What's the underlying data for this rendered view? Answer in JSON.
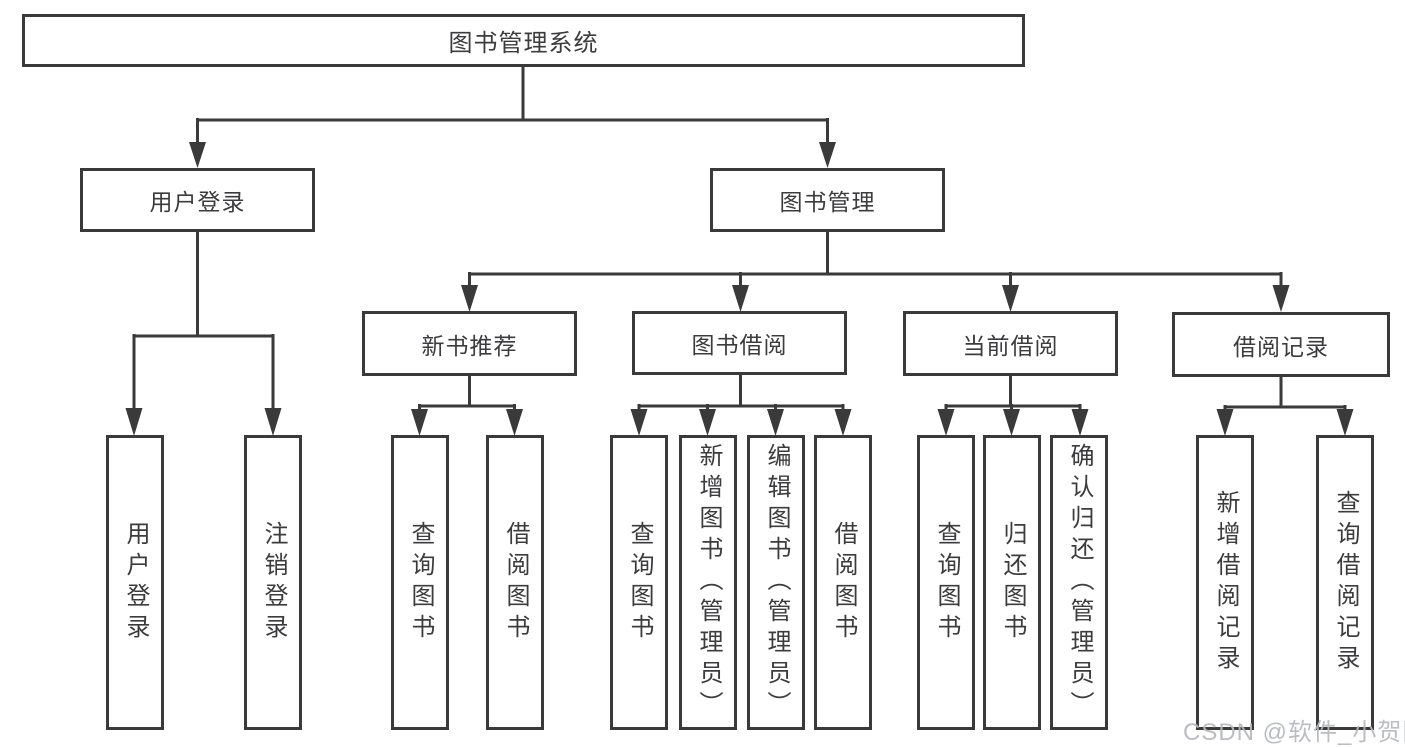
{
  "watermark": "CSDN @软件_小贺同学",
  "colors": {
    "line": "#3a3a3a",
    "box_border": "#3a3a3a",
    "text": "#3c3c3e",
    "watermark": "#b6b8bc",
    "background": "#ffffff"
  },
  "tree": {
    "label": "图书管理系统",
    "children": [
      {
        "label": "用户登录",
        "children": [
          {
            "label": "用户登录"
          },
          {
            "label": "注销登录"
          }
        ]
      },
      {
        "label": "图书管理",
        "children": [
          {
            "label": "新书推荐",
            "children": [
              {
                "label": "查询图书"
              },
              {
                "label": "借阅图书"
              }
            ]
          },
          {
            "label": "图书借阅",
            "children": [
              {
                "label": "查询图书"
              },
              {
                "label": "新增图书（管理员）"
              },
              {
                "label": "编辑图书（管理员）"
              },
              {
                "label": "借阅图书"
              }
            ]
          },
          {
            "label": "当前借阅",
            "children": [
              {
                "label": "查询图书"
              },
              {
                "label": "归还图书"
              },
              {
                "label": "确认归还（管理员）"
              }
            ]
          },
          {
            "label": "借阅记录",
            "children": [
              {
                "label": "新增借阅记录"
              },
              {
                "label": "查询借阅记录"
              }
            ]
          }
        ]
      }
    ]
  }
}
